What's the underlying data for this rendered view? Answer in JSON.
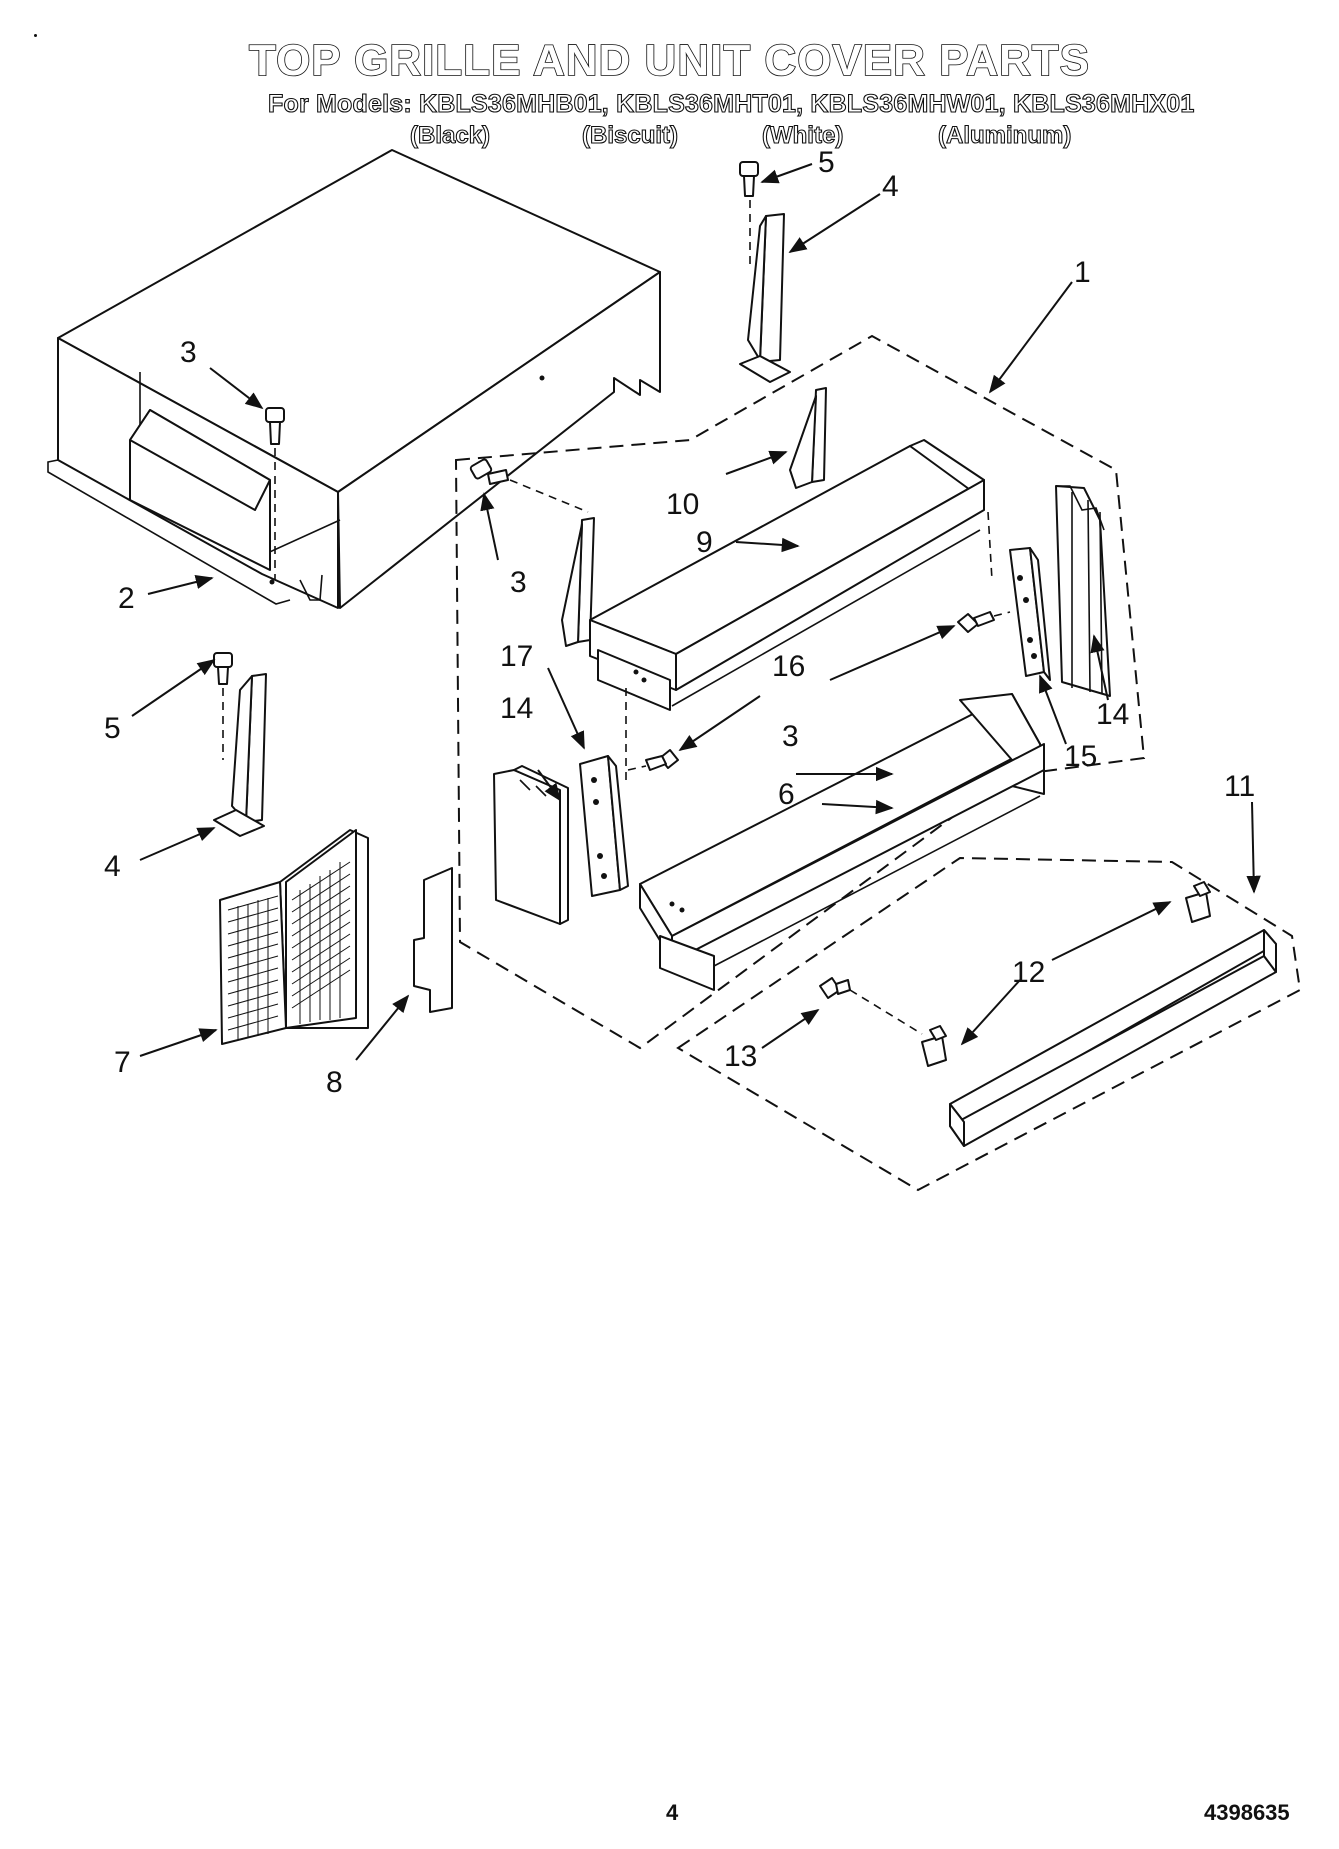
{
  "header": {
    "title": "TOP GRILLE AND UNIT COVER PARTS",
    "models_line": "For Models: KBLS36MHB01, KBLS36MHT01, KBLS36MHW01, KBLS36MHX01",
    "color_black": "(Black)",
    "color_biscuit": "(Biscuit)",
    "color_white": "(White)",
    "color_aluminum": "(Aluminum)"
  },
  "callouts": {
    "c1": "1",
    "c2": "2",
    "c3a": "3",
    "c3b": "3",
    "c3c": "3",
    "c4a": "4",
    "c4b": "4",
    "c5a": "5",
    "c5b": "5",
    "c6": "6",
    "c7": "7",
    "c8": "8",
    "c9": "9",
    "c10": "10",
    "c11": "11",
    "c12": "12",
    "c13": "13",
    "c14a": "14",
    "c14b": "14",
    "c15": "15",
    "c16": "16",
    "c17": "17"
  },
  "footer": {
    "page_number": "4",
    "doc_number": "4398635"
  }
}
